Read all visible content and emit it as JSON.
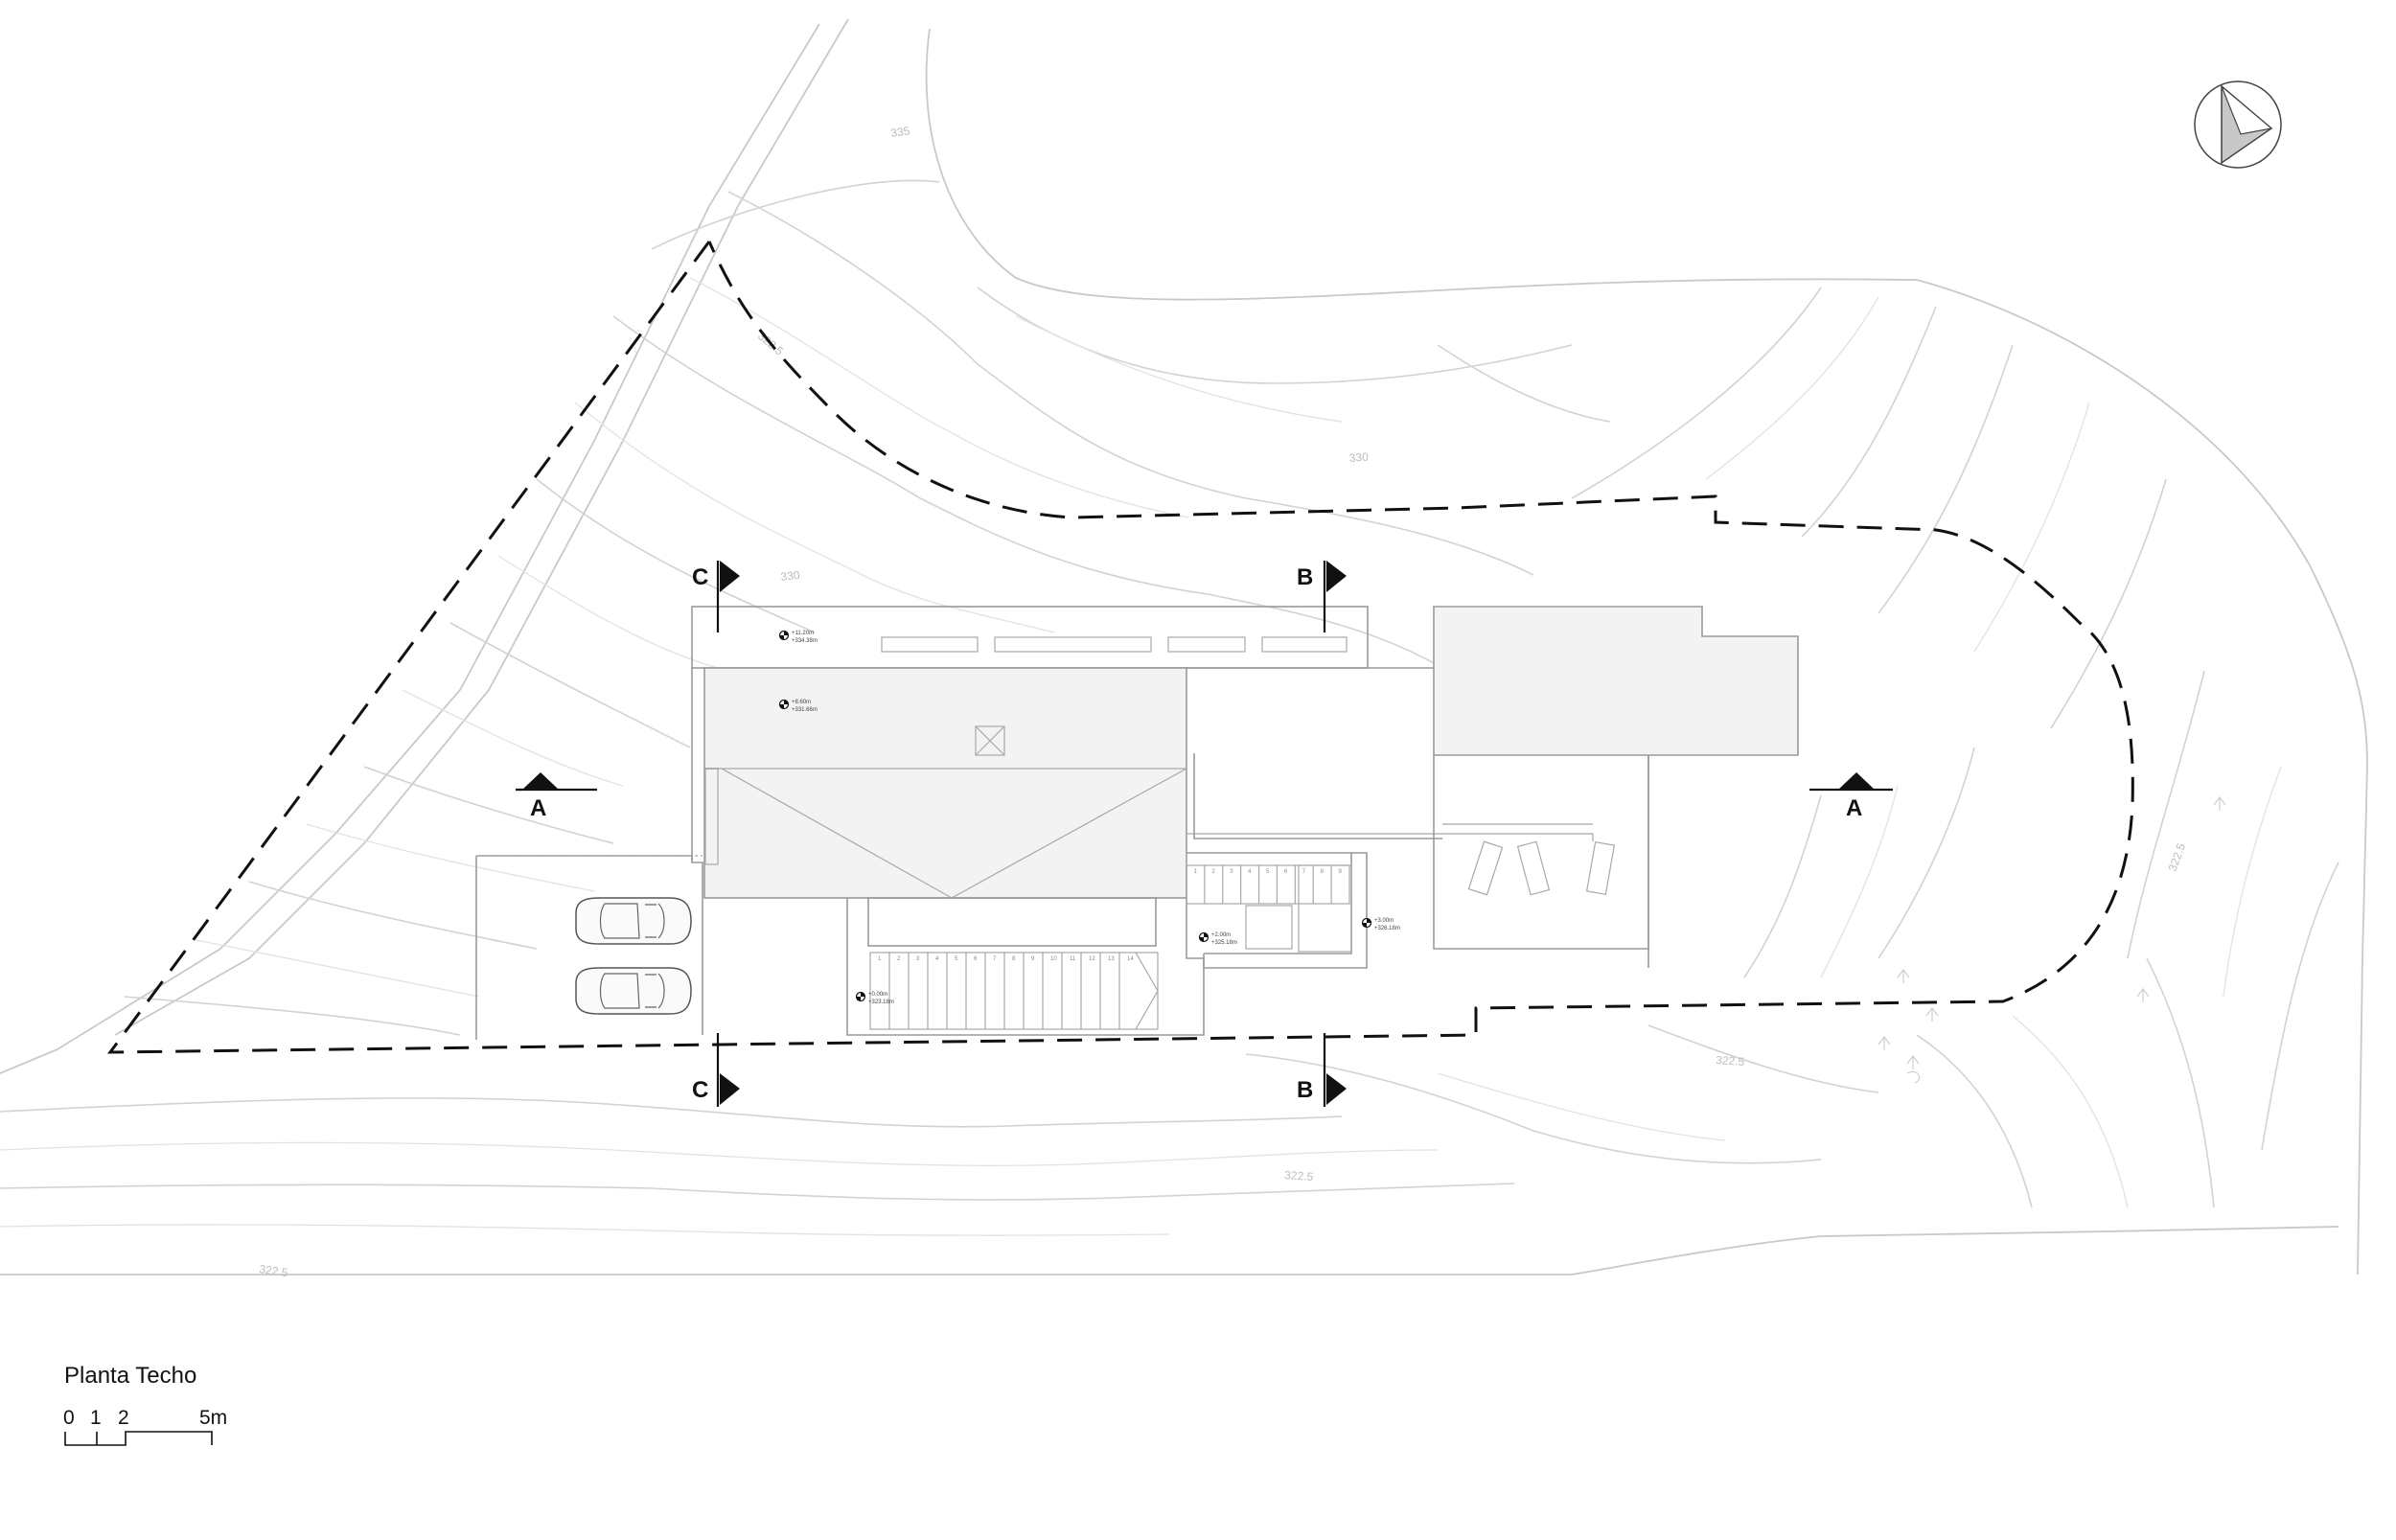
{
  "title": "Planta Techo",
  "scale": {
    "labels": [
      "0",
      "1",
      "2",
      "5m"
    ]
  },
  "sections": {
    "a": "A",
    "b": "B",
    "c": "C"
  },
  "contours": {
    "c1": "335",
    "c2": "330",
    "c3": "330",
    "c4": "322.5",
    "c5": "322.5",
    "c6": "322.5",
    "c7": "322.5",
    "c8": "322.5"
  },
  "levels": {
    "l1": [
      "+11.20m",
      "+334.38m"
    ],
    "l2": [
      "+8.60m",
      "+331.66m"
    ],
    "l3": [
      "+3.00m",
      "+326.18m"
    ],
    "l4": [
      "+2.00m",
      "+325.18m"
    ],
    "l5": [
      "+0.00m",
      "+323.18m"
    ]
  },
  "stairs": {
    "main": [
      "1",
      "2",
      "3",
      "4",
      "5",
      "6",
      "7",
      "8",
      "9",
      "10",
      "11",
      "12",
      "13",
      "14"
    ],
    "upper": [
      "1",
      "2",
      "3",
      "4",
      "5",
      "6",
      "7",
      "8",
      "9"
    ]
  },
  "colors": {
    "line": "#111111",
    "roof_fill": "#f3f3f3",
    "contour": "#d2d2d2"
  },
  "icons": [
    "north-arrow-icon",
    "car-icon",
    "sun-lounger-icon",
    "skylight-icon",
    "level-marker-icon"
  ]
}
